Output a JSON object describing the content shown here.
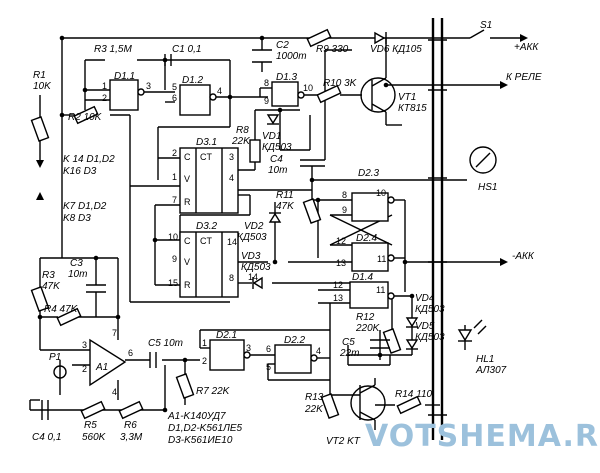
{
  "labels": {
    "r1": "R1",
    "r1v": "10K",
    "r2": "R2 10K",
    "r3top": "R3 1,5M",
    "c1": "C1 0,1",
    "c2": "C2",
    "c2v": "1000m",
    "r9": "R9 330",
    "vd6": "VD6 КД105",
    "s1": "S1",
    "akk_plus": "+АКК",
    "k_rele": "К РЕЛЕ",
    "r10": "R10 3K",
    "vt1": "VT1",
    "vt1v": "КТ815",
    "r8": "R8",
    "r8v": "22K",
    "vd1": "VD1",
    "vd1v": "КД503",
    "c4": "C4",
    "c4v": "10m",
    "hs1": "HS1",
    "k14": "K 14 D1,D2",
    "k16": "K16 D3",
    "k7": "K7 D1,D2",
    "k8": "K8 D3",
    "r11": "R11",
    "r11v": "47K",
    "vd2": "VD2",
    "vd2v": "КД503",
    "vd3": "VD3",
    "vd3v": "КД503",
    "akk_minus": "-АКК",
    "c3": "C3",
    "c3v": "10m",
    "r3": "R3",
    "r3v": "47K",
    "r4": "R4 47K",
    "p1": "P1",
    "a1": "A1",
    "c5top": "C5 10m",
    "r7": "R7 22K",
    "r12": "R12",
    "r12v": "220K",
    "c5": "C5",
    "c5v": "22m",
    "vd4": "VD4",
    "vd4v": "КД503",
    "vd5": "VD5",
    "vd5v": "КД503",
    "hl1": "HL1",
    "hl1v": "АЛ307",
    "c4b": "C4 0,1",
    "r5": "R5",
    "r5v": "560K",
    "r6": "R6",
    "r6v": "3,3M",
    "legend1": "A1-K140УД7",
    "legend2": "D1,D2-K561ЛЕ5",
    "legend3": "D3-K561ИЕ10",
    "r13": "R13",
    "r13v": "22K",
    "r14": "R14 110",
    "vt2": "VT2 KT",
    "watermark": "VOTSHEMA.RU"
  },
  "chips": {
    "d11": "D1.1",
    "d12": "D1.2",
    "d13": "D1.3",
    "d23": "D2.3",
    "d24": "D2.4",
    "d14": "D1.4",
    "d21": "D2.1",
    "d22": "D2.2",
    "d31": "D3.1",
    "d32": "D3.2",
    "ct": "CT",
    "c": "C",
    "v": "V",
    "r": "R"
  },
  "pins": {
    "p1": "1",
    "p2": "2",
    "p3": "3",
    "p4": "4",
    "p5": "5",
    "p6": "6",
    "p7": "7",
    "p8": "8",
    "p9": "9",
    "p10": "10",
    "p11": "11",
    "p12": "12",
    "p13": "13",
    "p14": "14",
    "p15": "15"
  },
  "colors": {
    "wire": "#000000",
    "watermark": "#9cc1dc",
    "background": "#ffffff"
  },
  "icons": [
    "resistor-icon",
    "capacitor-icon",
    "electrolytic-capacitor-icon",
    "diode-icon",
    "transistor-icon",
    "switch-icon",
    "buzzer-icon",
    "led-icon",
    "potentiometer-icon",
    "opamp-icon",
    "logic-gate-icon",
    "counter-chip-icon"
  ]
}
